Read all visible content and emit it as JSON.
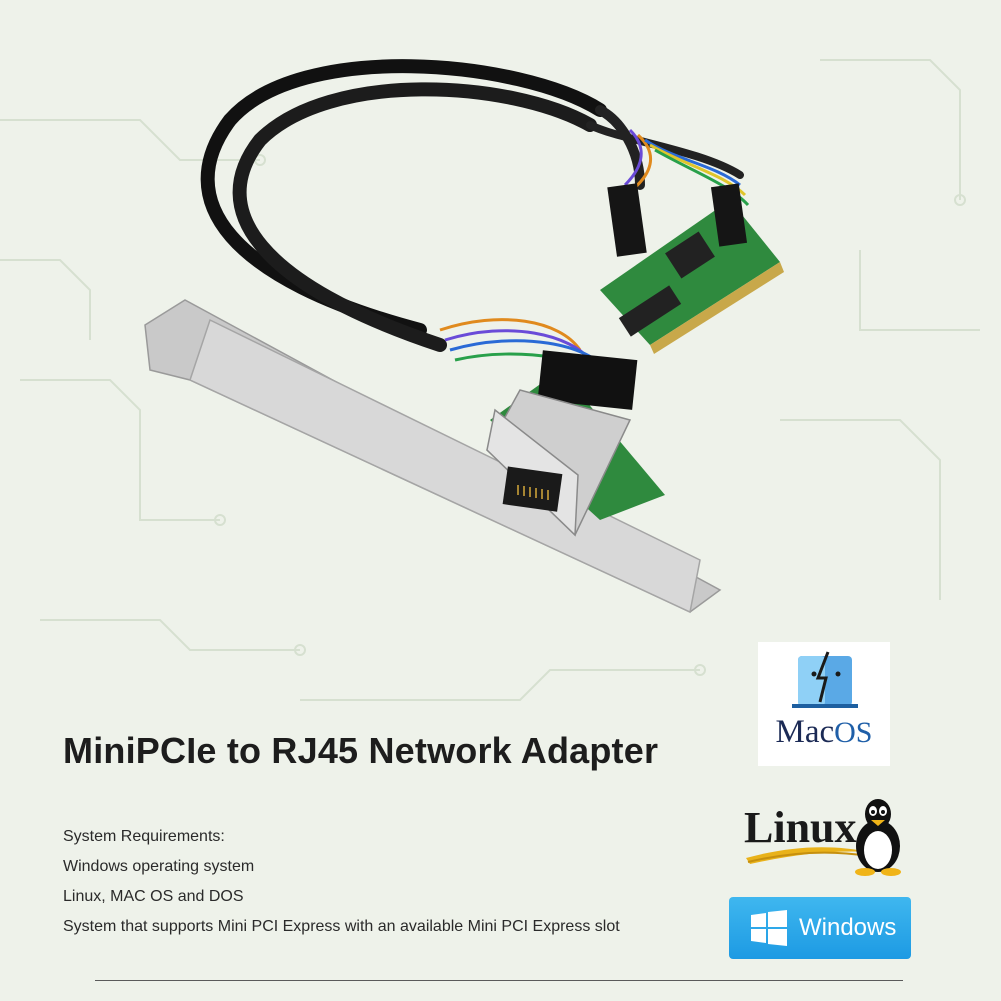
{
  "headline": "MiniPCIe to RJ45 Network Adapter",
  "requirements": [
    "System Requirements:",
    "Windows operating system",
    "Linux, MAC OS and DOS",
    "System that supports Mini PCI Express with an available Mini PCI Express slot"
  ],
  "logos": {
    "mac": {
      "main": "Mac",
      "suffix": "OS"
    },
    "linux": {
      "text": "Linux"
    },
    "windows": {
      "text": "Windows"
    }
  },
  "colors": {
    "background": "#eef2ea",
    "pcb_green": "#2f8a3e",
    "windows_blue": "#1d9ae3"
  }
}
